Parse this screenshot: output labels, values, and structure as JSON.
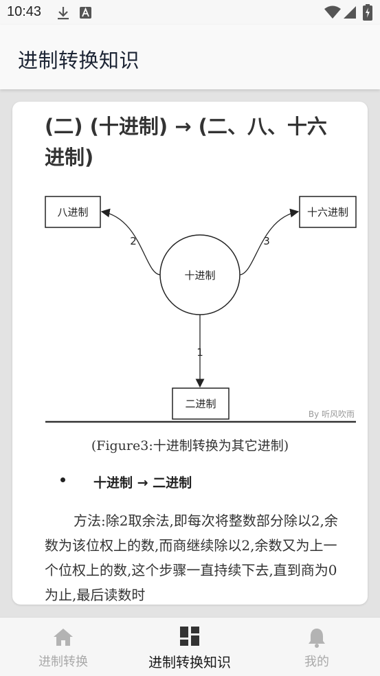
{
  "status_bar": {
    "time": "10:43"
  },
  "app_bar": {
    "title": "进制转换知识"
  },
  "article": {
    "heading": "(二) (十进制) → (二、八、十六进制)",
    "diagram": {
      "center": "十进制",
      "left": "八进制",
      "right": "十六进制",
      "bottom": "二进制",
      "label_left": "2",
      "label_right": "3",
      "label_bottom": "1",
      "watermark": "By 听风吹雨"
    },
    "caption": "(Figure3:十进制转换为其它进制)",
    "bullet": "十进制 → 二进制",
    "paragraph": "方法:除2取余法,即每次将整数部分除以2,余数为该位权上的数,而商继续除以2,余数又为上一个位权上的数,这个步骤一直持续下去,直到商为0为止,最后读数时"
  },
  "bottom_nav": {
    "items": [
      {
        "label": "进制转换",
        "icon": "home-icon",
        "active": false
      },
      {
        "label": "进制转换知识",
        "icon": "dashboard-icon",
        "active": true
      },
      {
        "label": "我的",
        "icon": "bell-icon",
        "active": false
      }
    ]
  },
  "colors": {
    "active": "#1a1a1a",
    "inactive": "#a9a9a9",
    "text": "#333333"
  }
}
